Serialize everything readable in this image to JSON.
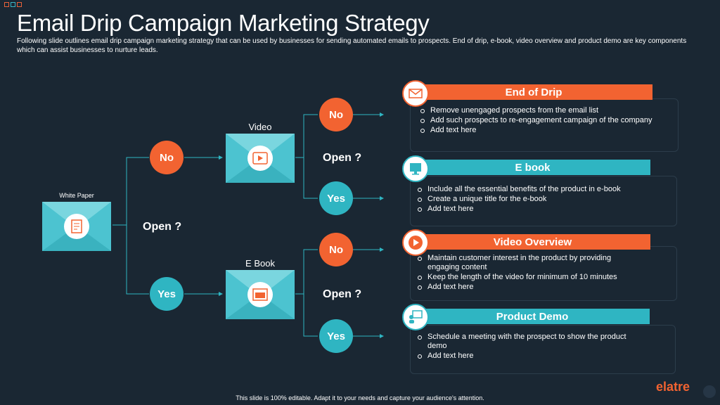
{
  "title": "Email Drip Campaign Marketing Strategy",
  "subtitle": "Following slide outlines email drip campaign marketing strategy that can be used by businesses for sending automated emails to prospects. End of drip, e-book, video overview  and product demo are key components which can assist businesses to nurture leads.",
  "flow": {
    "white_paper_label": "White Paper",
    "video_label": "Video",
    "ebook_label": "E Book",
    "open_question": "Open ?",
    "no": "No",
    "yes": "Yes"
  },
  "cards": [
    {
      "title": "End of Drip",
      "icon": "envelope-icon",
      "color": "#f26331",
      "points": [
        "Remove unengaged prospects from the email list",
        "Add such prospects to re-engagement campaign of the company",
        "Add text here"
      ]
    },
    {
      "title": "E book",
      "icon": "monitor-icon",
      "color": "#2fb5c2",
      "points": [
        "Include all the essential benefits of the product in e-book",
        "Create a unique title for the e-book",
        "Add text here"
      ]
    },
    {
      "title": "Video Overview",
      "icon": "play-icon",
      "color": "#f26331",
      "points": [
        "Maintain customer interest in the product by providing engaging content",
        "Keep the length of the video for minimum of 10 minutes",
        "Add text here"
      ]
    },
    {
      "title": "Product Demo",
      "icon": "presentation-icon",
      "color": "#2fb5c2",
      "points": [
        "Schedule a meeting with the prospect to show the product demo",
        "Add text here"
      ]
    }
  ],
  "footer": "This slide is 100% editable. Adapt it to your needs and capture your audience's attention.",
  "logo": "elatre",
  "colors": {
    "background": "#1a2733",
    "orange": "#f26331",
    "teal": "#2fb5c2",
    "envelope": "#4cc3d0"
  }
}
